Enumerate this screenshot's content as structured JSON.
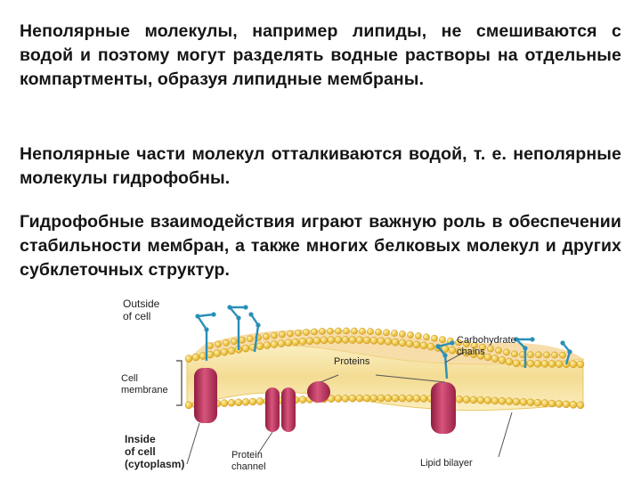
{
  "paragraphs": [
    "Неполярные молекулы, например липиды, не смешиваются с водой и поэтому могут разделять водные растворы на отдельные компартменты, образуя липидные мембраны.",
    "Неполярные части молекул отталкиваются водой, т. е. неполярные молекулы гидрофобны.",
    "Гидрофобные взаимодействия играют важную роль в обеспечении стабильности мембран, а также многих белковых молекул и других субклеточных структур."
  ],
  "figure": {
    "labels": {
      "outside_1": "Outside",
      "outside_2": "of cell",
      "cell_membrane_1": "Cell",
      "cell_membrane_2": "membrane",
      "inside_1": "Inside",
      "inside_2": "of cell",
      "inside_3": "(cytoplasm)",
      "proteins": "Proteins",
      "carbohydrate_1": "Carbohydrate",
      "carbohydrate_2": "chains",
      "protein_channel_1": "Protein",
      "protein_channel_2": "channel",
      "lipid_bilayer": "Lipid bilayer"
    },
    "colors": {
      "head": "#f2c233",
      "tail": "#f7e6a6",
      "protein": "#b8325a",
      "carbohydrate": "#2a8fb8",
      "leader": "#555555"
    }
  }
}
